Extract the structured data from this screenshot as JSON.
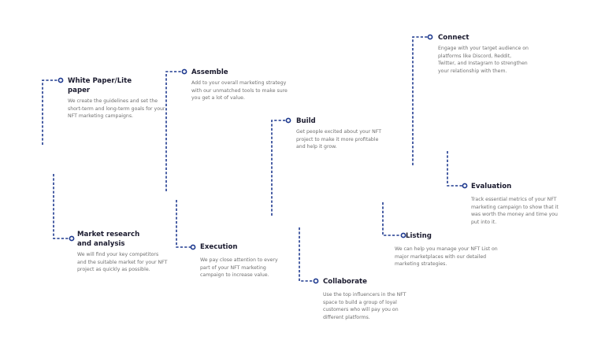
{
  "colors": {
    "connector": "#1f3a8f",
    "title": "#1a1a2e",
    "body": "#707070",
    "background": "#ffffff"
  },
  "steps": [
    {
      "id": "white-paper",
      "title": "White Paper/Lite paper",
      "description": "We create the guidelines and set the short-term and long-term goals for your NFT marketing campaigns."
    },
    {
      "id": "market-research",
      "title": "Market research and analysis",
      "description": "We will find your key competitors and the suitable market for your NFT project as quickly as possible."
    },
    {
      "id": "assemble",
      "title": "Assemble",
      "description": "Add to your overall marketing strategy with our unmatched tools to make sure you get a lot of value."
    },
    {
      "id": "execution",
      "title": "Execution",
      "description": "We pay close attention to every part of your NFT marketing campaign to increase value."
    },
    {
      "id": "build",
      "title": "Build",
      "description": "Get people excited about your NFT project to make it more profitable and help it grow."
    },
    {
      "id": "collaborate",
      "title": "Collaborate",
      "description": "Use the top influencers in the NFT space to build a group of loyal customers who will pay you on different platforms."
    },
    {
      "id": "listing",
      "title": "Listing",
      "description": "We can help you manage your NFT List on major marketplaces with our detailed marketing strategies."
    },
    {
      "id": "connect",
      "title": "Connect",
      "description": "Engage with your target audience on platforms like Discord, Reddit, Twitter, and Instagram to strengthen your relationship with them."
    },
    {
      "id": "evaluation",
      "title": "Evaluation",
      "description": "Track essential metrics of your NFT marketing campaign to show that it was worth the money and time you put into it."
    }
  ]
}
